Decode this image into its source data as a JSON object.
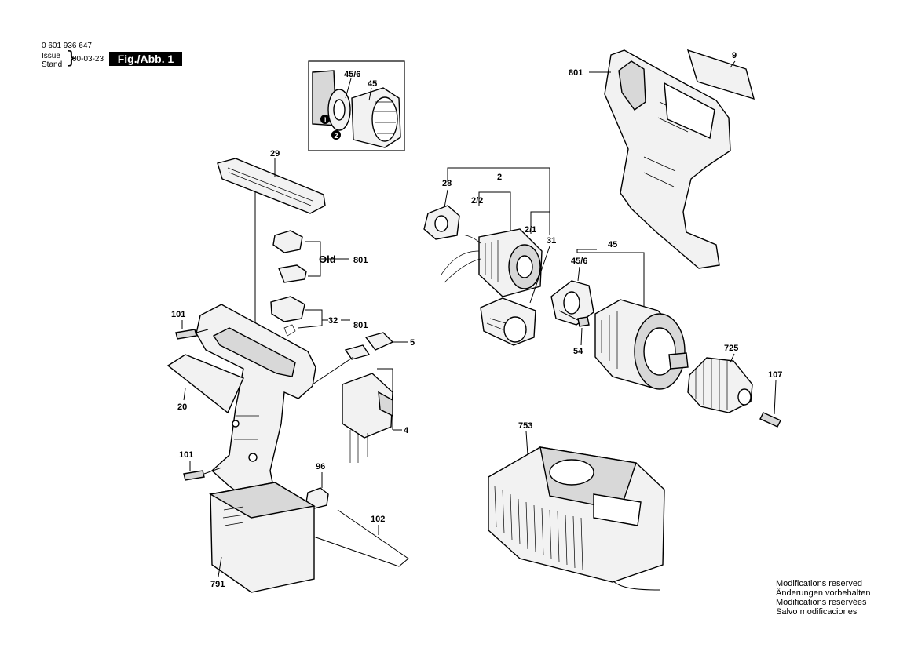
{
  "header": {
    "part_number": "0 601 936 647",
    "issue_label_1": "Issue",
    "issue_label_2": "Stand",
    "issue_date": "00-03-23",
    "figure_label": "Fig./Abb. 1"
  },
  "callouts": {
    "c_45_6_inset": "45/6",
    "c_45_inset": "45",
    "c_29": "29",
    "c_old": "Old",
    "c_801_old": "801",
    "c_32": "32",
    "c_801_32": "801",
    "c_101_top": "101",
    "c_5": "5",
    "c_20": "20",
    "c_4": "4",
    "c_101_bottom": "101",
    "c_96": "96",
    "c_102": "102",
    "c_791": "791",
    "c_2": "2",
    "c_28": "28",
    "c_2_2": "2/2",
    "c_2_1": "2/1",
    "c_31": "31",
    "c_45": "45",
    "c_45_6": "45/6",
    "c_54": "54",
    "c_725": "725",
    "c_107": "107",
    "c_753": "753",
    "c_801_housing": "801",
    "c_9": "9",
    "step_1": "1",
    "step_2": "2"
  },
  "footer": {
    "modifications": [
      "Modifications reserved",
      "Änderungen vorbehalten",
      "Modifications resérvées",
      "Salvo modificaciones"
    ]
  }
}
